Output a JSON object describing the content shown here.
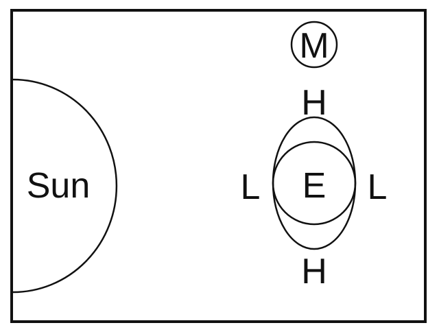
{
  "labels": {
    "sun": "Sun",
    "moon": "M",
    "earth": "E",
    "high_tide_top": "H",
    "high_tide_bottom": "H",
    "low_tide_left": "L",
    "low_tide_right": "L"
  },
  "colors": {
    "stroke": "#111111",
    "background": "#ffffff"
  }
}
